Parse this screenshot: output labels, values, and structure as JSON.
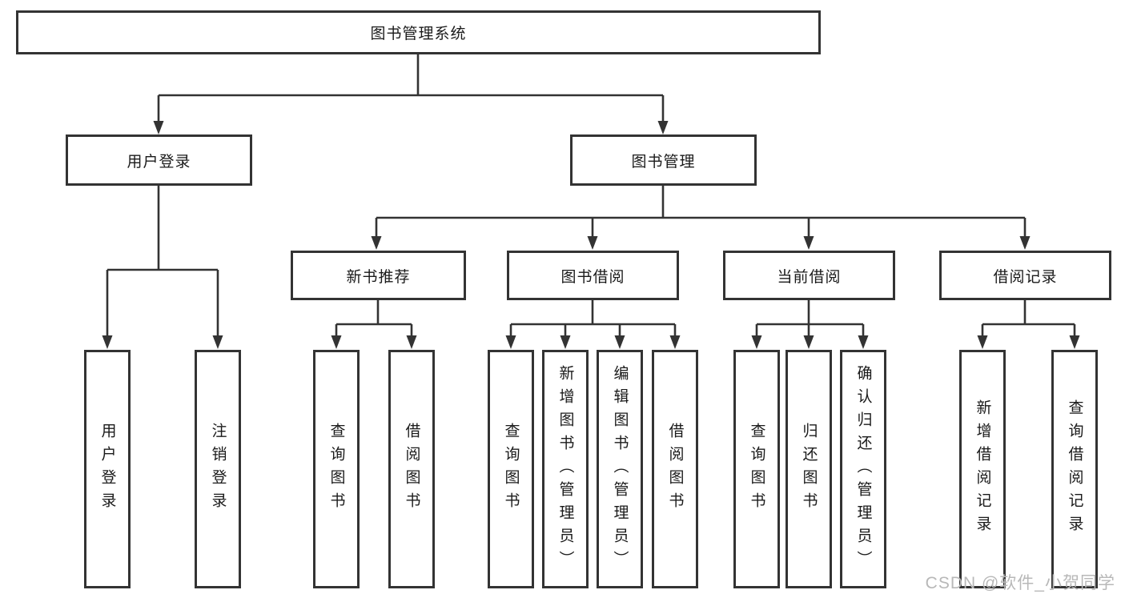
{
  "tree": {
    "root": "图书管理系统",
    "children": [
      {
        "label": "用户登录",
        "children": [
          "用户登录",
          "注销登录"
        ]
      },
      {
        "label": "图书管理",
        "children": [
          {
            "label": "新书推荐",
            "children": [
              "查询图书",
              "借阅图书"
            ]
          },
          {
            "label": "图书借阅",
            "children": [
              "查询图书",
              "新增图书（管理员）",
              "编辑图书（管理员）",
              "借阅图书"
            ]
          },
          {
            "label": "当前借阅",
            "children": [
              "查询图书",
              "归还图书",
              "确认归还（管理员）"
            ]
          },
          {
            "label": "借阅记录",
            "children": [
              "新增借阅记录",
              "查询借阅记录"
            ]
          }
        ]
      }
    ]
  },
  "watermark": "CSDN @软件_小贺同学",
  "colors": {
    "line": "#333333",
    "box_border": "#333333",
    "box_fill": "#ffffff",
    "text": "#1a1a1a",
    "watermark": "#b8b8b8"
  }
}
